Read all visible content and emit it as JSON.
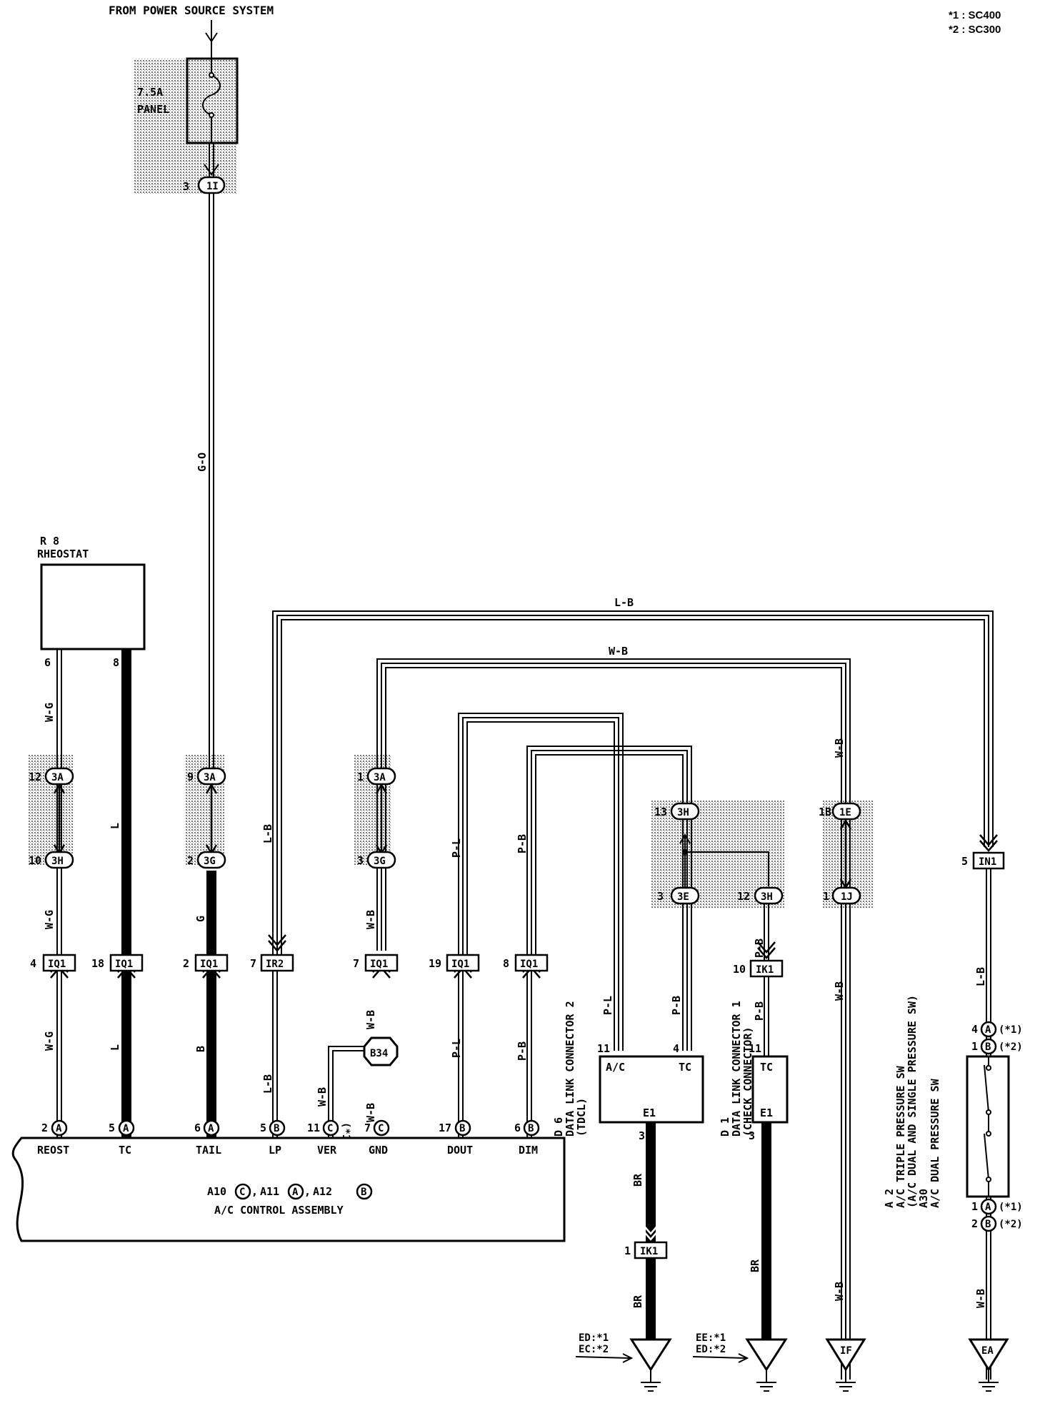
{
  "header": {
    "power_source": "FROM POWER SOURCE SYSTEM"
  },
  "legend": {
    "note1": "*1 : SC400",
    "note2": "*2 : SC300"
  },
  "fuse": {
    "rating": "7.5A",
    "name": "PANEL"
  },
  "rheostat": {
    "code": "R 8",
    "name": "RHEOSTAT",
    "pin_left": "6",
    "pin_right": "8"
  },
  "connectors": {
    "c1i": "1I",
    "c3a": "3A",
    "c3h": "3H",
    "c3g": "3G",
    "c3e": "3E",
    "c1e": "1E",
    "c1j": "1J",
    "iq1": "IQ1",
    "ir2": "IR2",
    "in1": "IN1",
    "ik1": "IK1",
    "b34": "B34",
    "circ_a": "A",
    "circ_b": "B",
    "circ_c": "C"
  },
  "pins": {
    "p3": "3",
    "p12": "12",
    "p10": "10",
    "p9": "9",
    "p2": "2",
    "p1": "1",
    "p13": "13",
    "p1b": "1B",
    "p5": "5",
    "p4": "4",
    "p18": "18",
    "p7": "7",
    "p19": "19",
    "p8": "8",
    "p11": "11",
    "p6": "6",
    "p17": "17"
  },
  "wires": {
    "go": "G-O",
    "wg": "W-G",
    "l": "L",
    "g": "G",
    "b": "B",
    "lb": "L-B",
    "wb": "W-B",
    "pl": "P-L",
    "pb": "P-B",
    "br": "BR",
    "star1": "(*1)"
  },
  "control": {
    "terminals": [
      "REOST",
      "TC",
      "TAIL",
      "LP",
      "VER",
      "GND",
      "DOUT",
      "DIM"
    ],
    "parts_a10": "A10",
    "parts_a11": "A11",
    "parts_a12": "A12",
    "sep": ",",
    "name": "A/C CONTROL ASSEMBLY"
  },
  "dlc2": {
    "code": "D 6",
    "name": "DATA LINK CONNECTOR 2",
    "sub": "(TDCL)",
    "t_ac": "A/C",
    "t_tc": "TC",
    "t_e1": "E1"
  },
  "dlc1": {
    "code": "D 1",
    "name": "DATA LINK CONNECTOR 1",
    "sub": "(CHECK CONNECTOR)",
    "t_tc": "TC",
    "t_e1": "E1"
  },
  "pressure": {
    "a2_code": "A 2",
    "a30_code": "A30",
    "line1": "A/C TRIPLE PRESSURE SW",
    "line2": "(A/C DUAL AND SINGLE PRESSURE SW)",
    "line3": "A/C DUAL PRESSURE SW",
    "pin4": "4",
    "pin1": "1",
    "pin2": "2",
    "v1": "(*1)",
    "v2": "(*2)"
  },
  "grounds": {
    "ed": "ED",
    "ec": "EC",
    "ee": "EE",
    "ed2": "ED",
    "if": "IF",
    "ea": "EA",
    "ed_note": "ED:*1",
    "ec_note": "EC:*2",
    "ee_note": "EE:*1",
    "ed2_note": "ED:*2"
  }
}
